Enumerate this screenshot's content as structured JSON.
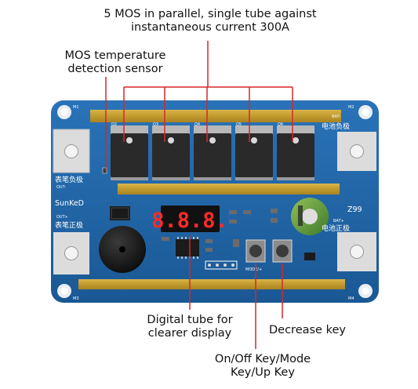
{
  "callouts": {
    "mos_parallel": "5 MOS in parallel, single tube against\ninstantaneous current 300A",
    "mos_temp": "MOS temperature\ndetection sensor",
    "digital_tube": "Digital tube for\nclearer display",
    "decrease_key": "Decrease key",
    "onoff_key": "On/Off Key/Mode\nKey/Up Key"
  },
  "board": {
    "brand": "SunKeD",
    "model": "Z99",
    "bat_neg_code": "BAT-",
    "bat_neg_cn": "电池负极",
    "bat_pos_code": "BAT+",
    "bat_pos_cn": "电池正极",
    "out_neg_cn": "表笔负极",
    "out_neg_code": "OUT-",
    "out_pos_code": "OUT+",
    "out_pos_cn": "表笔正极",
    "mode_label": "MODE/+",
    "display_value": "8.8.8.",
    "hole_labels": [
      "M1",
      "M2",
      "M3",
      "M4"
    ],
    "mos_labels": [
      "Q2",
      "Q3",
      "Q4",
      "Q5",
      "Q6"
    ]
  },
  "colors": {
    "pcb": "#1f63a3",
    "copper_strip": "#c8a032",
    "display_digit": "#ff2a2a",
    "callout_line": "#d9262b"
  }
}
